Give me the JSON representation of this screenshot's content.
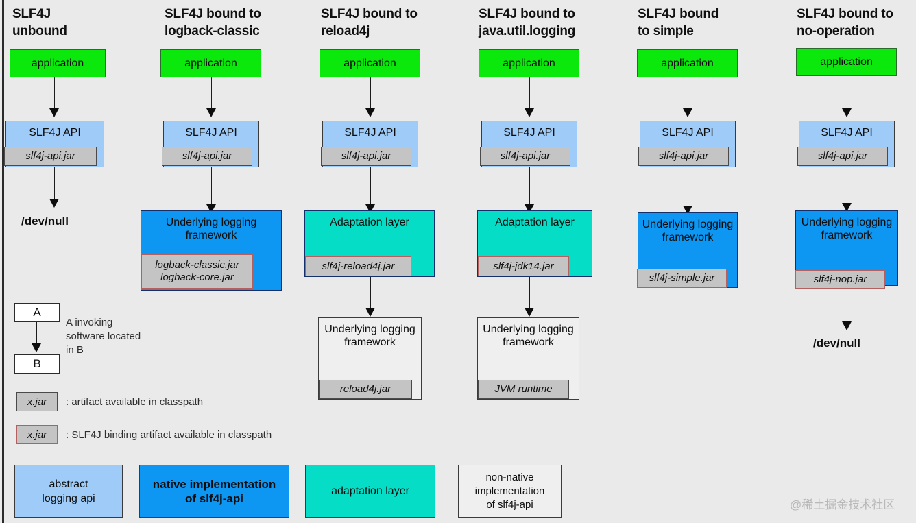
{
  "diagram": {
    "watermark": "@稀土掘金技术社区",
    "columns": [
      {
        "id": "unbound",
        "title": "SLF4J\nunbound",
        "application": "application",
        "api": "SLF4J API",
        "api_jar": "slf4j-api.jar",
        "terminal": "/dev/null"
      },
      {
        "id": "logback-classic",
        "title": "SLF4J bound to\nlogback-classic",
        "application": "application",
        "api": "SLF4J API",
        "api_jar": "slf4j-api.jar",
        "framework": "Underlying logging framework",
        "framework_jar": "logback-classic.jar\nlogback-core.jar"
      },
      {
        "id": "reload4j",
        "title": "SLF4J bound to\nreload4j",
        "application": "application",
        "api": "SLF4J API",
        "api_jar": "slf4j-api.jar",
        "adaptation": "Adaptation layer",
        "adaptation_jar": "slf4j-reload4j.jar",
        "framework": "Underlying\nlogging\nframework",
        "framework_jar": "reload4j.jar"
      },
      {
        "id": "java-util-logging",
        "title": "SLF4J bound to\njava.util.logging",
        "application": "application",
        "api": "SLF4J API",
        "api_jar": "slf4j-api.jar",
        "adaptation": "Adaptation layer",
        "adaptation_jar": "slf4j-jdk14.jar",
        "framework": "Underlying\nlogging\nframework",
        "framework_jar": "JVM runtime"
      },
      {
        "id": "simple",
        "title": "SLF4J bound\nto simple",
        "application": "application",
        "api": "SLF4J API",
        "api_jar": "slf4j-api.jar",
        "framework": "Underlying\nlogging\nframework",
        "framework_jar": "slf4j-simple.jar"
      },
      {
        "id": "no-operation",
        "title": "SLF4J bound to\nno-operation",
        "application": "application",
        "api": "SLF4J API",
        "api_jar": "slf4j-api.jar",
        "framework": "Underlying\nlogging\nframework",
        "framework_jar": "slf4j-nop.jar",
        "terminal": "/dev/null"
      }
    ],
    "legend": {
      "node_a": "A",
      "node_b": "B",
      "invoking_text": "A invoking\nsoftware located\nin B",
      "artifact_chip": "x.jar",
      "artifact_label": ": artifact available in classpath",
      "binding_chip": "x.jar",
      "binding_label": ": SLF4J binding artifact available in classpath"
    },
    "key": [
      {
        "id": "abstract-logging-api",
        "label": "abstract\nlogging api",
        "color": "#9ecbf7"
      },
      {
        "id": "native-implementation",
        "label": "native implementation\nof slf4j-api",
        "color": "#0d96f2"
      },
      {
        "id": "adaptation-layer",
        "label": "adaptation layer",
        "color": "#06ddc6"
      },
      {
        "id": "non-native-implementation",
        "label": "non-native\nimplementation\nof slf4j-api",
        "color": "#efefef"
      }
    ]
  }
}
